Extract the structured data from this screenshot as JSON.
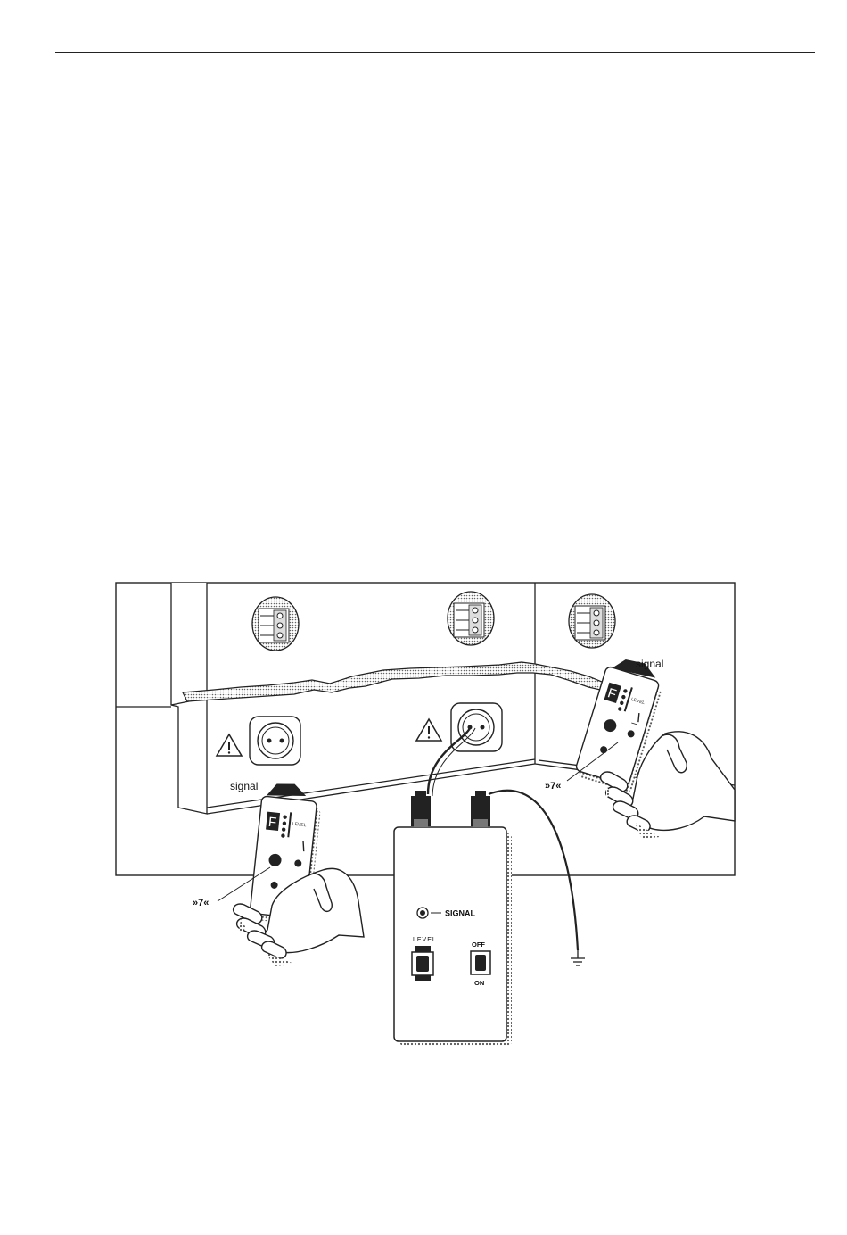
{
  "figure": {
    "label_signal_left": "signal",
    "label_signal_right": "signal",
    "callout_left": "»7«",
    "callout_right": "»7«",
    "transmitter": {
      "signal_label": "SIGNAL",
      "level_label": "LEVEL",
      "off_label": "OFF",
      "on_label": "ON"
    },
    "receiver_display": "F",
    "receiver_level_label": "LEVEL"
  }
}
